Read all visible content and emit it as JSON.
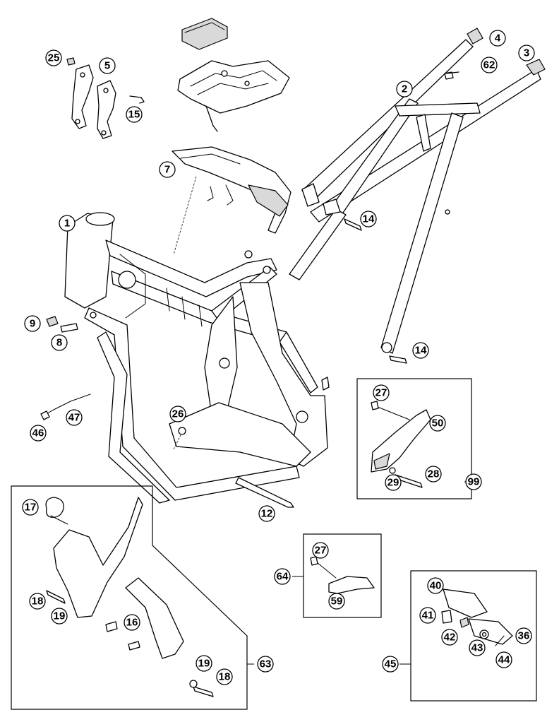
{
  "callouts": {
    "c1": "1",
    "c2": "2",
    "c3": "3",
    "c4": "4",
    "c5": "5",
    "c7": "7",
    "c8": "8",
    "c9": "9",
    "c12": "12",
    "c14a": "14",
    "c14b": "14",
    "c15": "15",
    "c16": "16",
    "c17": "17",
    "c18a": "18",
    "c18b": "18",
    "c19a": "19",
    "c19b": "19",
    "c25": "25",
    "c26": "26",
    "c27a": "27",
    "c27b": "27",
    "c28": "28",
    "c29": "29",
    "c36": "36",
    "c40": "40",
    "c41": "41",
    "c42": "42",
    "c43": "43",
    "c44": "44",
    "c45": "45",
    "c46": "46",
    "c47": "47",
    "c50": "50",
    "c59": "59",
    "c62": "62",
    "c63": "63",
    "c64": "64",
    "c99": "99"
  }
}
